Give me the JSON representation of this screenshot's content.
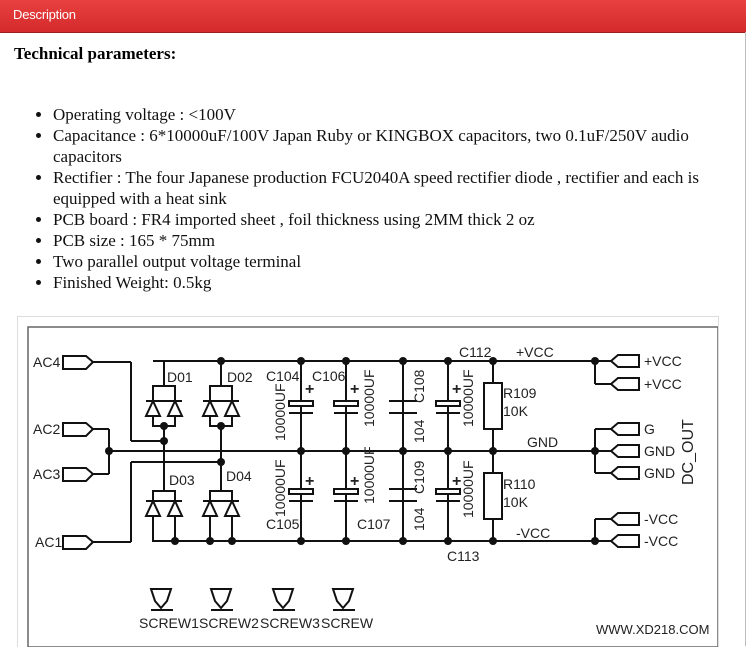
{
  "header": {
    "title": "Description"
  },
  "section_title": "Technical parameters:",
  "parameters": [
    "Operating voltage : <100V",
    "Capacitance : 6*10000uF/100V Japan Ruby or KINGBOX capacitors, two 0.1uF/250V audio capacitors",
    "Rectifier : The four Japanese production FCU2040A speed rectifier diode , rectifier and each is equipped with a heat sink",
    "PCB board : FR4 imported sheet , foil thickness using 2MM thick 2 oz",
    "PCB size : 165 * 75mm",
    "Two parallel output voltage terminal",
    "Finished Weight: 0.5kg"
  ],
  "schematic": {
    "inputs": [
      "AC4",
      "AC2",
      "AC3",
      "AC1"
    ],
    "diodes": [
      "D01",
      "D02",
      "D03",
      "D04"
    ],
    "capacitors": {
      "c104": "C104",
      "c106": "C106",
      "c108": "C108",
      "c112": "C112",
      "c105": "C105",
      "c107": "C107",
      "c109": "C109",
      "c113": "C113",
      "value_10000": "10000UF",
      "value_104": "104"
    },
    "resistors": {
      "r109": "R109",
      "r110": "R110",
      "value": "10K"
    },
    "nets": {
      "vcc_pos": "+VCC",
      "gnd": "GND",
      "vcc_neg": "-VCC"
    },
    "outputs": [
      "+VCC",
      "+VCC",
      "G",
      "GND",
      "GND",
      "-VCC",
      "-VCC"
    ],
    "output_group": "DC_OUT",
    "screws": [
      "SCREW1",
      "SCREW2",
      "SCREW3",
      "SCREW"
    ],
    "watermark": "WWW.XD218.COM"
  }
}
